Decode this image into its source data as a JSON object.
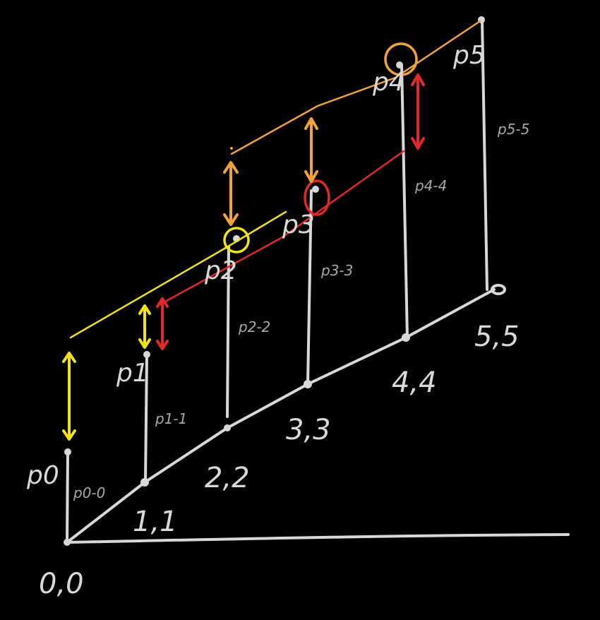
{
  "colors": {
    "background": "#000000",
    "chalk": "#d8d8d8",
    "chalk_dim": "#a8a8a8",
    "yellow": "#f2e21a",
    "orange": "#f2a23a",
    "red": "#e02a2a"
  },
  "baseline_points": [
    "0,0",
    "1,1",
    "2,2",
    "3,3",
    "4,4",
    "5,5"
  ],
  "p_labels": [
    "p0",
    "p1",
    "p2",
    "p3",
    "p4",
    "p5"
  ],
  "residual_labels": [
    "p0-0",
    "p1-1",
    "p2-2",
    "p3-3",
    "p4-4",
    "p5-5"
  ],
  "highlighted_points": {
    "yellow": "p2",
    "red": "p3",
    "orange": "p4"
  },
  "fit_lines": [
    "yellow",
    "red",
    "orange"
  ]
}
